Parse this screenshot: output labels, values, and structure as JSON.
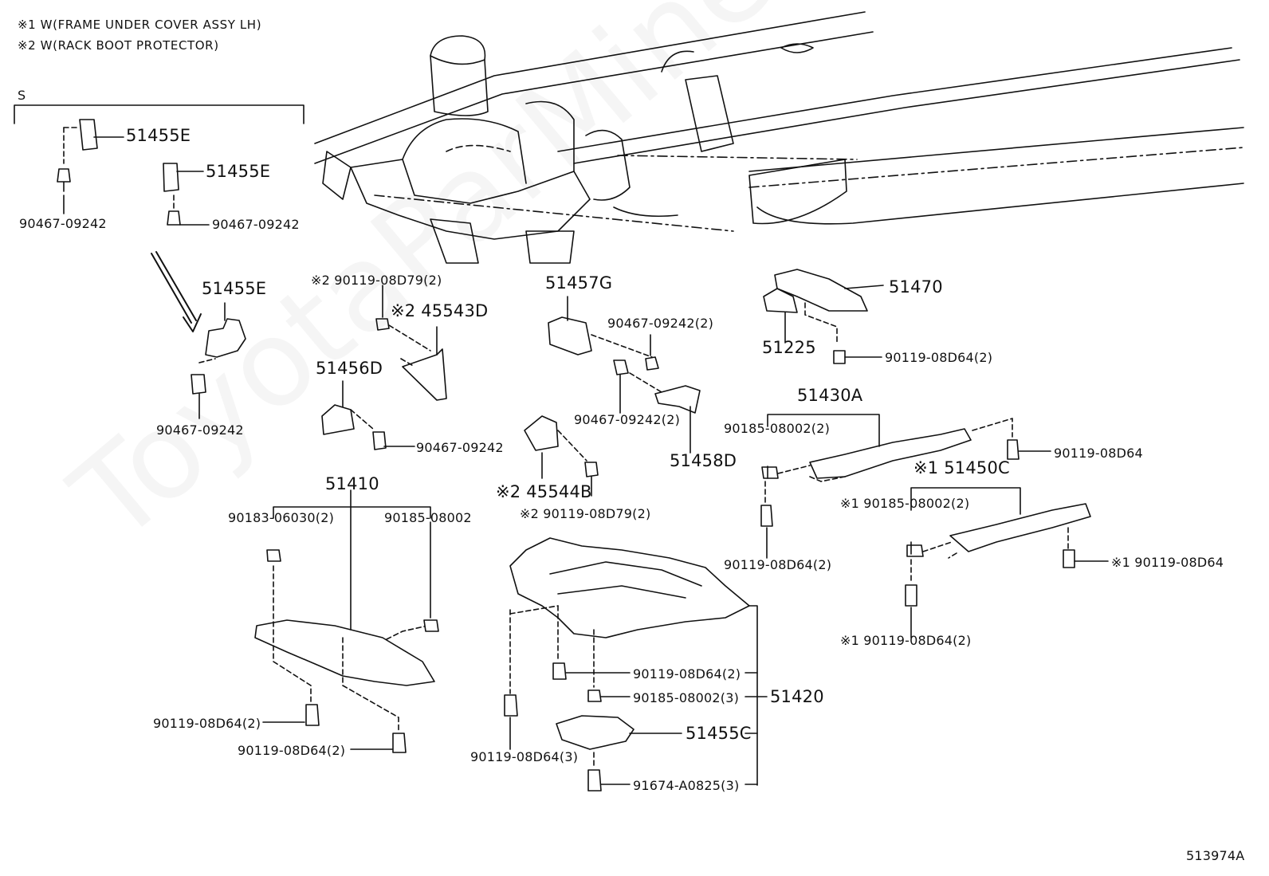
{
  "notes": {
    "note1": "※1 W(FRAME UNDER COVER ASSY LH)",
    "note2": "※2 W(RACK BOOT PROTECTOR)"
  },
  "bracket_letter": "S",
  "diagram_id": "513974A",
  "watermark": "ToyotaParMine.ru",
  "labels": {
    "p51455E_a": "51455E",
    "p51455E_b": "51455E",
    "p51455E_c": "51455E",
    "clip_a": "90467-09242",
    "clip_b": "90467-09242",
    "clip_c": "90467-09242",
    "bolt_08D79_top": "※2 90119-08D79(2)",
    "p45543D": "※2 45543D",
    "p51456D": "51456D",
    "clip_d": "90467-09242",
    "p51457G": "51457G",
    "clip_e": "90467-09242(2)",
    "clip_f": "90467-09242(2)",
    "p51458D": "51458D",
    "p45544B": "※2 45544B",
    "bolt_08D79_bot": "※2 90119-08D79(2)",
    "p51470": "51470",
    "p51225": "51225",
    "bolt_08D64_a": "90119-08D64(2)",
    "p51430A": "51430A",
    "nut_08002_a": "90185-08002(2)",
    "bolt_08D64_b": "90119-08D64",
    "bolt_08D64_c": "90119-08D64(2)",
    "p51450C": "※1 51450C",
    "nut_08002_b": "※1 90185-08002(2)",
    "bolt_08D64_d": "※1 90119-08D64",
    "bolt_08D64_e": "※1 90119-08D64(2)",
    "p51410": "51410",
    "nut_06030": "90183-06030(2)",
    "nut_08002_c": "90185-08002",
    "bolt_08D64_f": "90119-08D64(2)",
    "bolt_08D64_g": "90119-08D64(2)",
    "bolt_08D64_h": "90119-08D64(2)",
    "nut_08002_d": "90185-08002(3)",
    "p51420": "51420",
    "p51455C": "51455C",
    "bolt_08D64_i": "90119-08D64(3)",
    "screw_A0825": "91674-A0825(3)"
  }
}
